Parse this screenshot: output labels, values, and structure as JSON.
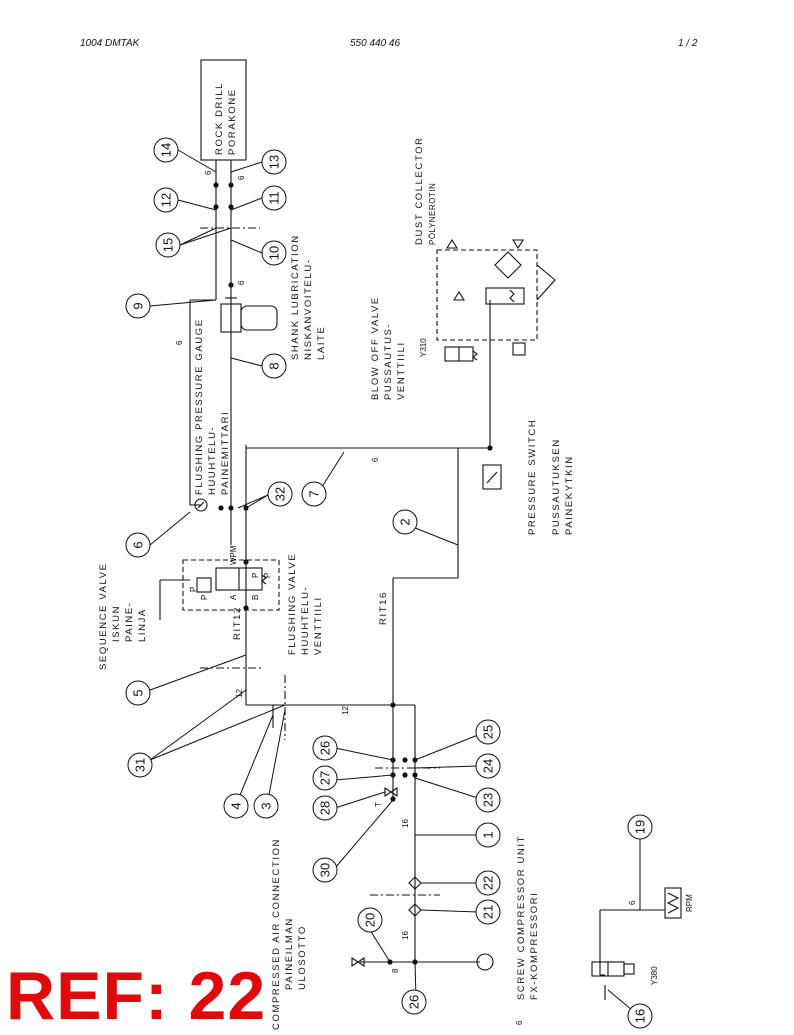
{
  "header": {
    "left": "1004 DMTAK",
    "center": "550 440 46",
    "right": "1 /  2"
  },
  "ref_label": "REF: 22",
  "labels": {
    "rock_drill": [
      "ROCK DRILL",
      "PORAKONE"
    ],
    "shank_lubrication": [
      "SHANK LUBRICATION",
      "NISKANVOITELU-",
      "LAITE"
    ],
    "flushing_pressure_gauge": [
      "FLUSHING PRESSURE GAUGE",
      "HUUHTELU-",
      "PAINEMITTARI"
    ],
    "flushing_valve": [
      "FLUSHING VALVE",
      "HUUHTELU-",
      "VENTTIILI"
    ],
    "sequence_valve": [
      "SEQUENCE VALVE",
      "ISKUN",
      "PAINE-",
      "LINJA"
    ],
    "dust_collector": [
      "DUST COLLECTOR",
      "PÖLYNEROTIN"
    ],
    "blow_off_valve": [
      "BLOW OFF VALVE",
      "PUSSAUTUS-",
      "VENTTIILI"
    ],
    "pressure_switch": [
      "PRESSURE SWITCH",
      "PUSSAUTUKSEN",
      "PAINEKYTKIN"
    ],
    "compressed_air_connection": [
      "COMPRESSED AIR CONNECTION",
      "PAINEILMAN",
      "ULOSOTTO"
    ],
    "screw_compressor": [
      "SCREW COMPRESSOR UNIT",
      "FX-KOMPRESSORI"
    ],
    "rpm": "RPM",
    "y310": "Y310",
    "y380": "Y380",
    "wpm": "WPM",
    "rit12": "RIT12",
    "rit16": "RIT16"
  },
  "callouts": [
    "14",
    "13",
    "12",
    "11",
    "15",
    "10",
    "9",
    "8",
    "6",
    "32",
    "7",
    "2",
    "5",
    "31",
    "4",
    "3",
    "26",
    "27",
    "28",
    "30",
    "25",
    "24",
    "23",
    "1",
    "22",
    "21",
    "20",
    "26",
    "19",
    "16"
  ],
  "line_sizes": [
    "6",
    "6",
    "6",
    "6",
    "6",
    "12",
    "12",
    "16",
    "16",
    "8",
    "6",
    "6"
  ],
  "valve_ports": [
    "P",
    "P",
    "A",
    "B",
    "P",
    "P",
    "T"
  ]
}
